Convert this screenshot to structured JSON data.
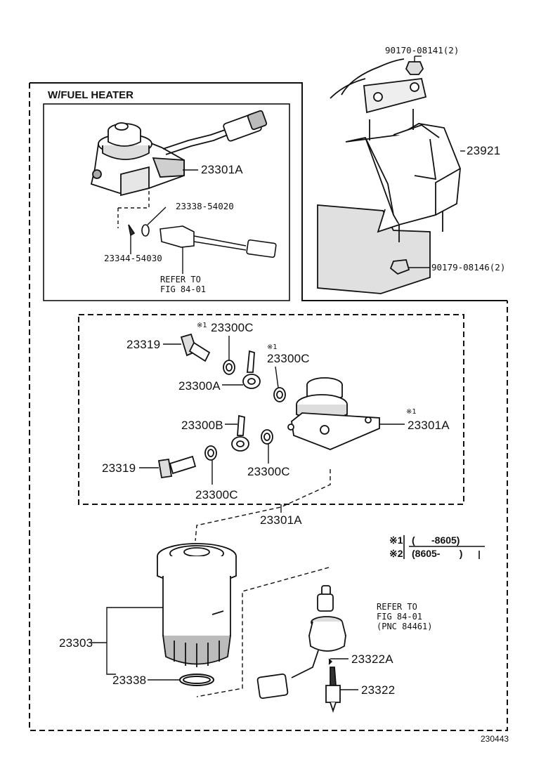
{
  "heater_box": {
    "title": "W/FUEL HEATER",
    "label_main": "23301A",
    "label_gasket": "23338-54020",
    "label_clip": "23344-54030",
    "refer_note": "REFER TO\nFIG 84-01"
  },
  "bracket": {
    "label_bolt": "90170-08141(2)",
    "label_bracket": "23921",
    "label_nut": "90179-08146(2)"
  },
  "exploded": {
    "mark": "※1",
    "label_bolt_top": "23319",
    "label_washer_top": "23300C",
    "label_washer_mid": "23300C",
    "label_union_a": "23300A",
    "label_union_b": "23300B",
    "label_washer_right": "23300C",
    "label_washer_bottom": "23300C",
    "label_bolt_bottom": "23319",
    "label_head": "23301A",
    "label_assy": "23301A"
  },
  "lower": {
    "label_filter": "23303",
    "label_oring": "23338",
    "label_sensor_gasket": "23322A",
    "label_sensor": "23322",
    "refer_note": "REFER TO\nFIG 84-01\n(PNC 84461)"
  },
  "legend": {
    "line1_mark": "※1",
    "line1_text": "(      -8605)",
    "line2_mark": "※2",
    "line2_text": "(8605-       )"
  },
  "figure_number": "230443"
}
